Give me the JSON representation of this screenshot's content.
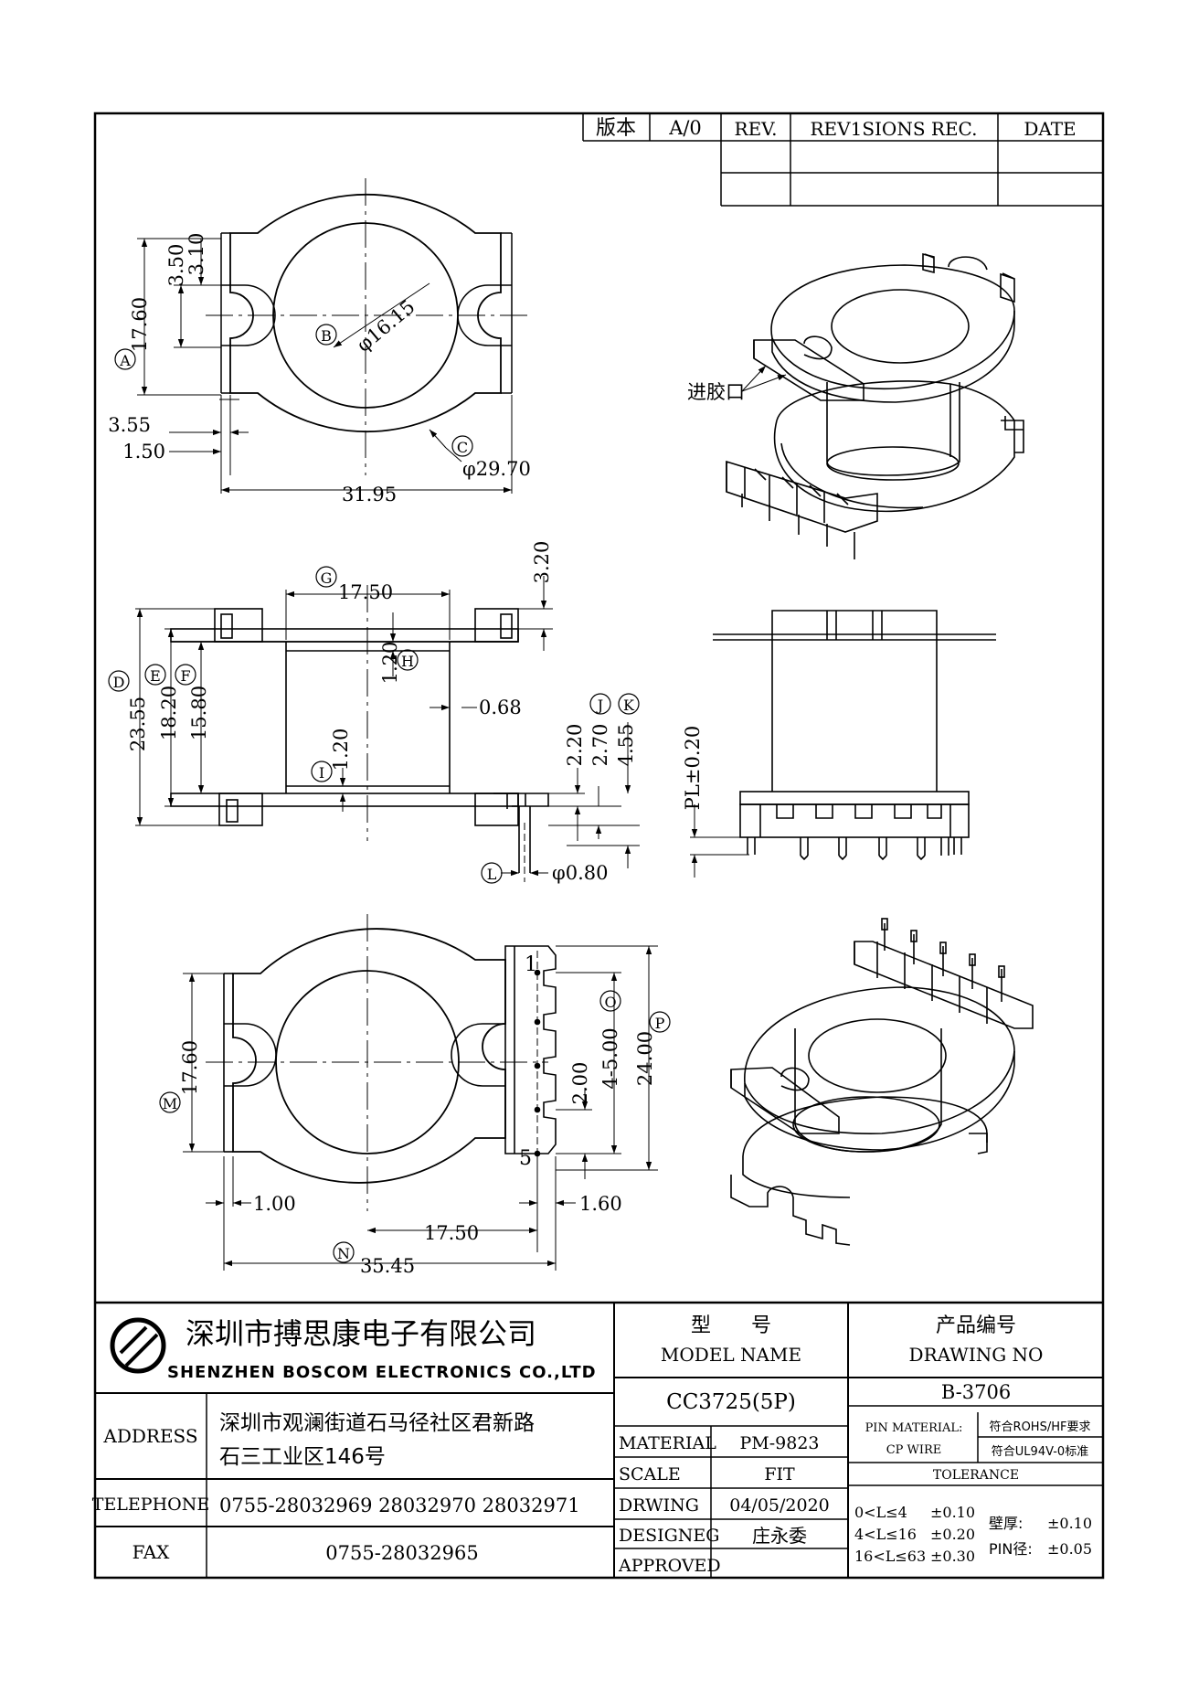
{
  "revision_table": {
    "version_label": "版本",
    "version_value": "A/0",
    "rev_label": "REV.",
    "revisions_label": "REV1SIONS REC.",
    "date_label": "DATE"
  },
  "top_view": {
    "dim_1": "3.10",
    "dim_2": "3.50",
    "dim_3": "17.60",
    "dim_4": "3.55",
    "dim_5": "1.50",
    "dim_6": "31.95",
    "inner_diameter": "φ16.15",
    "outer_diameter": "φ29.70",
    "label_a": "A",
    "label_b": "B",
    "label_c": "C"
  },
  "iso_note": "进胶口",
  "front_view": {
    "dim_g": "17.50",
    "dim_top": "3.20",
    "dim_h": "1.20",
    "dim_068": "0.68",
    "dim_d": "23.55",
    "dim_e": "18.20",
    "dim_f": "15.80",
    "dim_i": "1.20",
    "dim_j": "2.20",
    "dim_j2": "2.70",
    "dim_k": "4.55",
    "pin_dia": "φ0.80",
    "label_d": "D",
    "label_e": "E",
    "label_f": "F",
    "label_g": "G",
    "label_h": "H",
    "label_i": "I",
    "label_j": "J",
    "label_k": "K",
    "label_l": "L"
  },
  "side_view": {
    "pl": "PL±0.20"
  },
  "bottom_view": {
    "dim_m": "17.60",
    "dim_o": "4-5.00",
    "dim_p": "24.00",
    "dim_200": "2.00",
    "dim_100": "1.00",
    "dim_160": "1.60",
    "dim_1750": "17.50",
    "dim_n": "35.45",
    "pin1": "1",
    "pin5": "5",
    "label_m": "M",
    "label_n": "N",
    "label_o": "O",
    "label_p": "P"
  },
  "title_block": {
    "company_cn": "深圳市搏思康电子有限公司",
    "company_en": "SHENZHEN BOSCOM ELECTRONICS CO.,LTD",
    "type_cn": "型　　号",
    "model_name_label": "MODEL NAME",
    "drawing_no_cn": "产品编号",
    "drawing_no_label": "DRAWING NO",
    "model": "CC3725(5P)",
    "drawing_no": "B-3706",
    "address_label": "ADDRESS",
    "address_line1": "深圳市观澜街道石马径社区君新路",
    "address_line2": "石三工业区146号",
    "telephone_label": "TELEPHONE",
    "telephone": "0755-28032969 28032970 28032971",
    "fax_label": "FAX",
    "fax": "0755-28032965",
    "material_label": "MATERIAL",
    "material": "PM-9823",
    "scale_label": "SCALE",
    "scale": "FIT",
    "drwing_label": "DRWING",
    "drwing": "04/05/2020",
    "designeg_label": "DESIGNEG",
    "designeg": "庄永委",
    "approved_label": "APPROVED",
    "approved": "",
    "pin_material_label": "PIN MATERIAL:",
    "pin_material": "CP WIRE",
    "rohs": "符合ROHS/HF要求",
    "ul": "符合UL94V-0标准",
    "tolerance_label": "TOLERANCE",
    "tol_1_range": "0<L≤4",
    "tol_1_val": "±0.10",
    "tol_2_range": "4<L≤16",
    "tol_2_val": "±0.20",
    "tol_3_range": "16<L≤63",
    "tol_3_val": "±0.30",
    "wall_label": "壁厚:",
    "wall_val": "±0.10",
    "pin_dia_label": "PIN径:",
    "pin_dia_val": "±0.05"
  }
}
